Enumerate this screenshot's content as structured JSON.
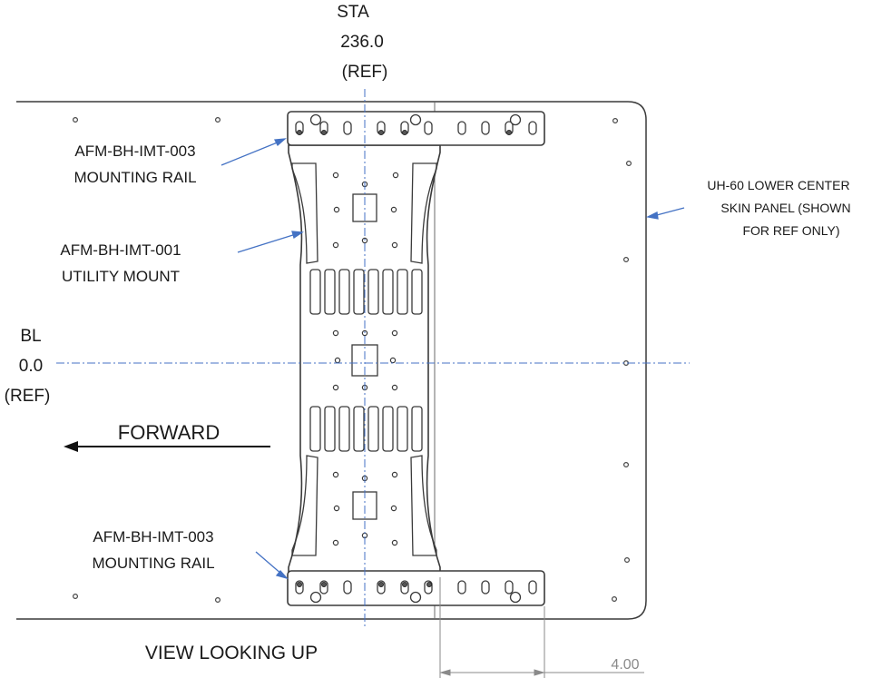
{
  "station": {
    "line1": "STA",
    "line2": "236.0",
    "line3": "(REF)"
  },
  "buttline": {
    "line1": "BL",
    "line2": "0.0",
    "line3": "(REF)"
  },
  "callouts": {
    "rail_top": {
      "part": "AFM-BH-IMT-003",
      "desc": "MOUNTING RAIL"
    },
    "utility_mount": {
      "part": "AFM-BH-IMT-001",
      "desc": "UTILITY MOUNT"
    },
    "rail_bottom": {
      "part": "AFM-BH-IMT-003",
      "desc": "MOUNTING RAIL"
    },
    "skin_panel": {
      "line1": "UH-60 LOWER CENTER",
      "line2": "SKIN PANEL (SHOWN",
      "line3": "FOR REF ONLY)"
    }
  },
  "direction": {
    "label": "FORWARD"
  },
  "view_title": "VIEW LOOKING UP",
  "dimension": {
    "value": "4.00"
  },
  "colors": {
    "leader": "#4472c4",
    "centerline": "#4472c4",
    "outline": "#3a3a3a",
    "part_fill": "#ffffff"
  }
}
